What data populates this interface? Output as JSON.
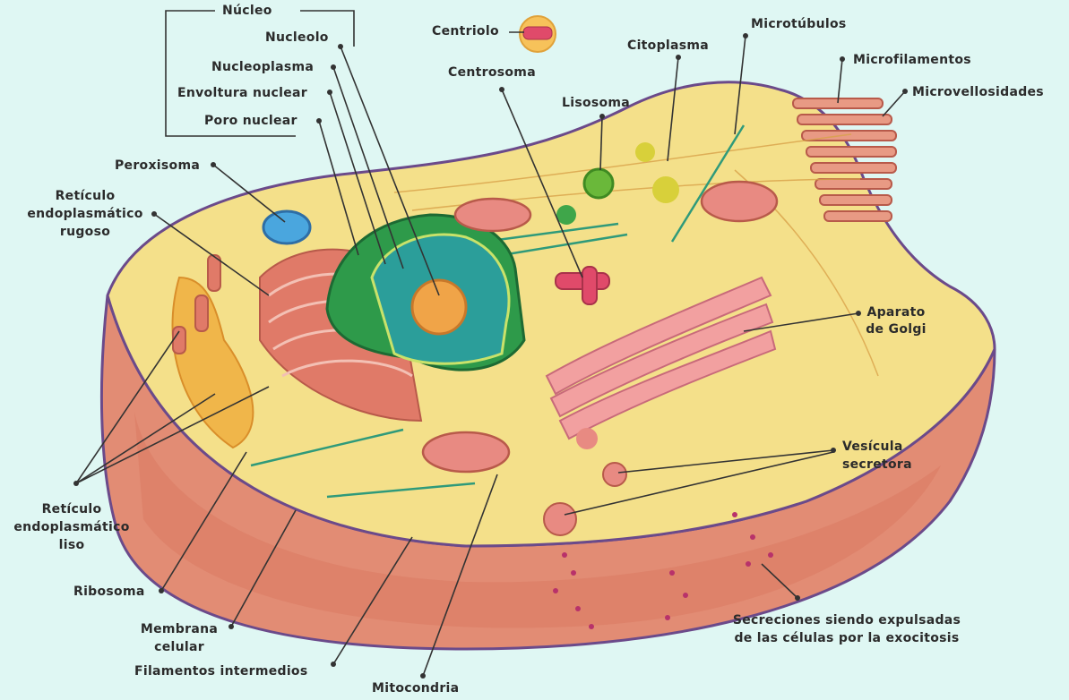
{
  "labels": {
    "nucleo": "Núcleo",
    "nucleolo": "Nucleolo",
    "nucleoplasma": "Nucleoplasma",
    "envoltura": "Envoltura nuclear",
    "poro": "Poro nuclear",
    "peroxisoma": "Peroxisoma",
    "rer_1": "Retículo",
    "rer_2": "endoplasmático",
    "rer_3": "rugoso",
    "centriolo": "Centriolo",
    "centrosoma": "Centrosoma",
    "lisosoma": "Lisosoma",
    "citoplasma": "Citoplasma",
    "microtubulos": "Microtúbulos",
    "microfilamentos": "Microfilamentos",
    "microvellosidades": "Microvellosidades",
    "golgi_1": "Aparato",
    "golgi_2": "de Golgi",
    "vesicula_1": "Vesícula",
    "vesicula_2": "secretora",
    "secreciones_1": "Secreciones siendo expulsadas",
    "secreciones_2": "de las células por la exocitosis",
    "rel_1": "Retículo",
    "rel_2": "endoplasmático",
    "rel_3": "liso",
    "ribosoma": "Ribosoma",
    "membrana_1": "Membrana",
    "membrana_2": "celular",
    "filamentos": "Filamentos intermedios",
    "mitocondria": "Mitocondria"
  },
  "colors": {
    "background": "#dff7f3",
    "cytoplasm": "#f4e08a",
    "membrane": "#e28c74",
    "membrane_edge": "#6b4a8a",
    "nucleus_outer": "#2e9a4a",
    "nucleus_inner": "#2b9e9a",
    "nucleolus": "#f0a448",
    "er": "#e07a68",
    "golgi": "#f2a0a0",
    "smooth_er": "#f0b64a",
    "leader_line": "#333333"
  }
}
